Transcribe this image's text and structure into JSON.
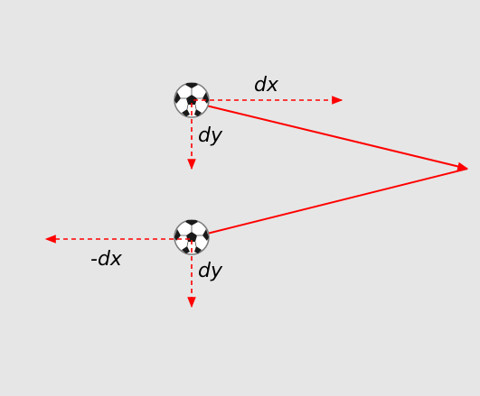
{
  "colors": {
    "background": "#e6e6e6",
    "arrow": "#ff0000",
    "label": "#000000"
  },
  "labels": {
    "dx": "dx",
    "dy_top": "dy",
    "neg_dx": "-dx",
    "dy_bottom": "dy"
  },
  "icons": {
    "ball": "soccer-ball-icon"
  }
}
